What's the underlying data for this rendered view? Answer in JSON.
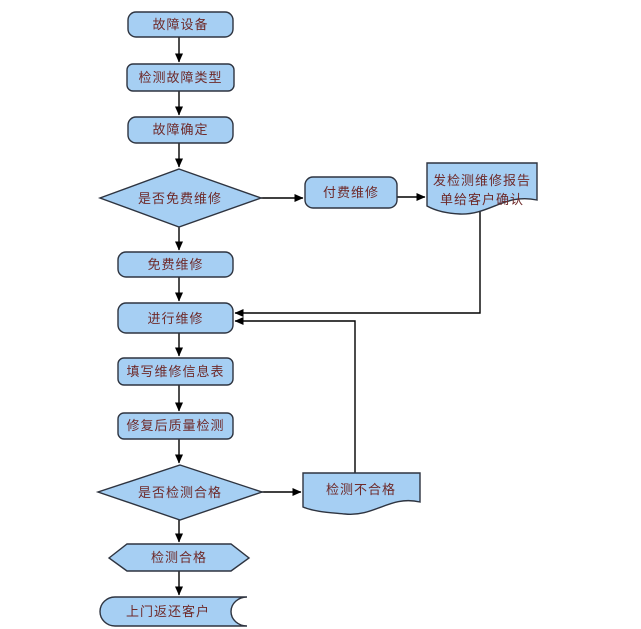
{
  "diagram": {
    "background_color": "#FFFFFF",
    "node_fill_color": "#A6CFF3",
    "node_border_color": "#2E3440",
    "connector_color": "#000000",
    "label_color": "#6E2A2A",
    "nodes": {
      "start": {
        "label": "故障设备",
        "shape": "rounded-rectangle"
      },
      "detect_fault_type": {
        "label": "检测故障类型",
        "shape": "rounded-rectangle"
      },
      "fault_confirmed": {
        "label": "故障确定",
        "shape": "rounded-rectangle"
      },
      "is_free_repair": {
        "label": "是否免费维修",
        "shape": "decision-diamond"
      },
      "paid_repair": {
        "label": "付费维修",
        "shape": "rounded-rectangle"
      },
      "send_report": {
        "label": "发检测维修报告单给客户确认",
        "line1": "发检测维修报告",
        "line2": "单给客户确认",
        "shape": "document"
      },
      "free_repair": {
        "label": "免费维修",
        "shape": "rounded-rectangle"
      },
      "do_repair": {
        "label": "进行维修",
        "shape": "rounded-rectangle"
      },
      "fill_repair_form": {
        "label": "填写维修信息表",
        "shape": "rounded-rectangle"
      },
      "post_repair_qc": {
        "label": "修复后质量检测",
        "shape": "rounded-rectangle"
      },
      "is_qc_passed": {
        "label": "是否检测合格",
        "shape": "decision-diamond"
      },
      "qc_failed": {
        "label": "检测不合格",
        "shape": "document"
      },
      "qc_passed": {
        "label": "检测合格",
        "shape": "hexagon"
      },
      "return_to_customer": {
        "label": "上门返还客户",
        "shape": "stored-data"
      }
    },
    "edges": [
      [
        "start",
        "detect_fault_type"
      ],
      [
        "detect_fault_type",
        "fault_confirmed"
      ],
      [
        "fault_confirmed",
        "is_free_repair"
      ],
      [
        "is_free_repair",
        "paid_repair"
      ],
      [
        "is_free_repair",
        "free_repair"
      ],
      [
        "paid_repair",
        "send_report"
      ],
      [
        "send_report",
        "do_repair"
      ],
      [
        "free_repair",
        "do_repair"
      ],
      [
        "do_repair",
        "fill_repair_form"
      ],
      [
        "fill_repair_form",
        "post_repair_qc"
      ],
      [
        "post_repair_qc",
        "is_qc_passed"
      ],
      [
        "is_qc_passed",
        "qc_failed"
      ],
      [
        "qc_failed",
        "do_repair"
      ],
      [
        "is_qc_passed",
        "qc_passed"
      ],
      [
        "qc_passed",
        "return_to_customer"
      ]
    ]
  }
}
